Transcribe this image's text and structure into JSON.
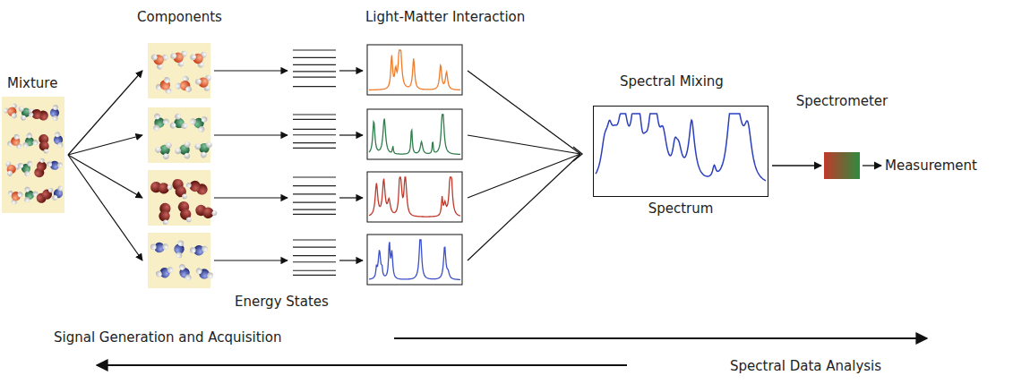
{
  "diagram": {
    "nodes": [
      {
        "text": [
          "Mixture"
        ]
      },
      {
        "text": [
          "Spectrum"
        ]
      },
      {
        "text": [
          "Spectrometer"
        ]
      }
    ],
    "edges": [
      {
        "from": 1,
        "to": 2,
        "arrow": "to"
      }
    ],
    "labels": [
      "Components",
      "Light-Matter Interaction",
      "Energy States",
      "Spectral Mixing",
      "Measurement",
      "Signal Generation and Acquisition",
      "Spectral Data Analysis"
    ]
  }
}
